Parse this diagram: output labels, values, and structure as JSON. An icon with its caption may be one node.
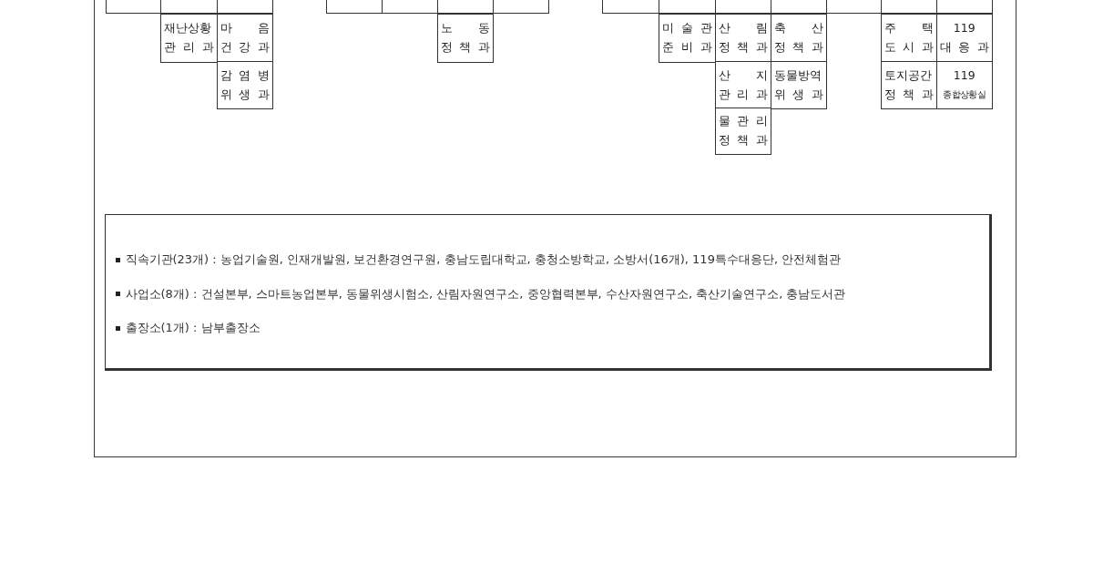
{
  "diagram": {
    "nodes": [
      {
        "text": [],
        "shape": "box"
      },
      {
        "text": [],
        "shape": "box",
        "in": 0
      },
      {
        "text": [],
        "shape": "box",
        "in": 0
      },
      {
        "text": [],
        "shape": "box",
        "in": 0
      },
      {
        "text": [],
        "shape": "box",
        "in": 0
      },
      {
        "text": [],
        "shape": "box",
        "in": 0
      },
      {
        "text": [],
        "shape": "box",
        "in": 0
      },
      {
        "text": [],
        "shape": "box",
        "in": 0
      },
      {
        "text": [],
        "shape": "box",
        "in": 0
      },
      {
        "text": [],
        "shape": "box",
        "in": 0
      },
      {
        "text": [],
        "shape": "box",
        "in": 0
      },
      {
        "text": [],
        "shape": "box",
        "in": 0
      },
      {
        "text": [],
        "shape": "box",
        "in": 0
      },
      {
        "text": [],
        "shape": "box",
        "in": 0
      },
      {
        "text": [],
        "shape": "box",
        "in": 0
      },
      {
        "text": [
          "재난상황 관 리 과"
        ],
        "in": 0
      },
      {
        "text": [
          "마 음 건 강 과"
        ],
        "in": 0
      },
      {
        "text": [
          "노 동 정 책 과"
        ],
        "in": 0
      },
      {
        "text": [
          "미 술 관 준 비 과"
        ],
        "in": 0
      },
      {
        "text": [
          "산 림 정 책 과"
        ],
        "in": 0
      },
      {
        "text": [
          "축 산 정 책 과"
        ],
        "in": 0
      },
      {
        "text": [
          "주 택 도 시 과"
        ],
        "in": 0
      },
      {
        "text": [
          "119 대 응 과"
        ],
        "in": 0
      },
      {
        "text": [
          "감 염 병 위 생 과"
        ],
        "in": 0
      },
      {
        "text": [
          "산 지 관 리 과"
        ],
        "in": 0
      },
      {
        "text": [
          "동물방역 위 생 과"
        ],
        "in": 0
      },
      {
        "text": [
          "토지공간 정 책 과"
        ],
        "in": 0
      },
      {
        "text": [
          "119 종합상황실"
        ],
        "in": 0
      },
      {
        "text": [
          "물 관 리 정 책 과"
        ],
        "in": 0
      },
      {
        "text": [
          "직속기관(23개) : 농업기술원, 인재개발원, 보건환경연구원, 충남도립대학교, 충청소방학교, 소방서(16개), 119특수대응단, 안전체험관",
          "사업소(8개) : 건설본부, 스마트농업본부, 동물위생시험소, 산림자원연구소, 중앙협력본부, 수산자원연구소, 축산기술연구소, 충남도서관",
          "출장소(1개) : 남부출장소"
        ],
        "in": 0
      }
    ]
  }
}
